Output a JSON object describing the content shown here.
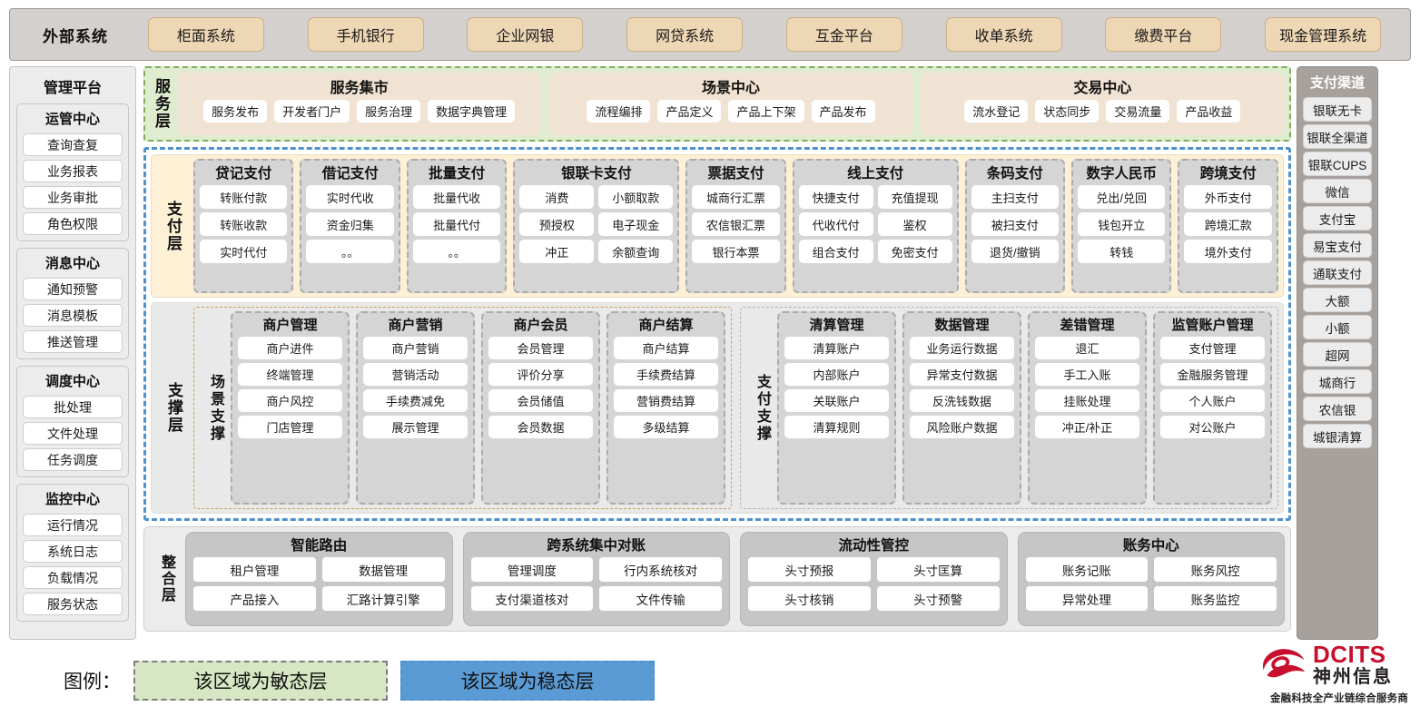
{
  "external": {
    "title": "外部系统",
    "items": [
      "柜面系统",
      "手机银行",
      "企业网银",
      "网贷系统",
      "互金平台",
      "收单系统",
      "缴费平台",
      "现金管理系统"
    ]
  },
  "management": {
    "title": "管理平台",
    "groups": [
      {
        "title": "运管中心",
        "items": [
          "查询查复",
          "业务报表",
          "业务审批",
          "角色权限"
        ]
      },
      {
        "title": "消息中心",
        "items": [
          "通知预警",
          "消息模板",
          "推送管理"
        ]
      },
      {
        "title": "调度中心",
        "items": [
          "批处理",
          "文件处理",
          "任务调度"
        ]
      },
      {
        "title": "监控中心",
        "items": [
          "运行情况",
          "系统日志",
          "负载情况",
          "服务状态"
        ]
      }
    ]
  },
  "channels": {
    "title": "支付渠道",
    "items": [
      "银联无卡",
      "银联全渠道",
      "银联CUPS",
      "微信",
      "支付宝",
      "易宝支付",
      "通联支付",
      "大额",
      "小额",
      "超网",
      "城商行",
      "农信银",
      "城银清算"
    ]
  },
  "service_layer": {
    "label": "服务层",
    "groups": [
      {
        "title": "服务集市",
        "items": [
          "服务发布",
          "开发者门户",
          "服务治理",
          "数据字典管理"
        ]
      },
      {
        "title": "场景中心",
        "items": [
          "流程编排",
          "产品定义",
          "产品上下架",
          "产品发布"
        ]
      },
      {
        "title": "交易中心",
        "items": [
          "流水登记",
          "状态同步",
          "交易流量",
          "产品收益"
        ]
      }
    ]
  },
  "payment_layer": {
    "label": "支付层",
    "columns": [
      {
        "title": "贷记支付",
        "cols": 1,
        "items": [
          "转账付款",
          "转账收款",
          "实时代付"
        ]
      },
      {
        "title": "借记支付",
        "cols": 1,
        "items": [
          "实时代收",
          "资金归集",
          "。。"
        ]
      },
      {
        "title": "批量支付",
        "cols": 1,
        "items": [
          "批量代收",
          "批量代付",
          "。。"
        ]
      },
      {
        "title": "银联卡支付",
        "cols": 2,
        "items": [
          "消费",
          "小额取款",
          "预授权",
          "电子现金",
          "冲正",
          "余额查询"
        ]
      },
      {
        "title": "票据支付",
        "cols": 1,
        "items": [
          "城商行汇票",
          "农信银汇票",
          "银行本票"
        ]
      },
      {
        "title": "线上支付",
        "cols": 2,
        "items": [
          "快捷支付",
          "充值提现",
          "代收代付",
          "鉴权",
          "组合支付",
          "免密支付"
        ]
      },
      {
        "title": "条码支付",
        "cols": 1,
        "items": [
          "主扫支付",
          "被扫支付",
          "退货/撤销"
        ]
      },
      {
        "title": "数字人民币",
        "cols": 1,
        "items": [
          "兑出/兑回",
          "钱包开立",
          "转钱"
        ]
      },
      {
        "title": "跨境支付",
        "cols": 1,
        "items": [
          "外币支付",
          "跨境汇款",
          "境外支付"
        ]
      }
    ]
  },
  "support_layer": {
    "label": "支撑层",
    "zones": [
      {
        "label": "场景支撑",
        "columns": [
          {
            "title": "商户管理",
            "items": [
              "商户进件",
              "终端管理",
              "商户风控",
              "门店管理"
            ]
          },
          {
            "title": "商户营销",
            "items": [
              "商户营销",
              "营销活动",
              "手续费减免",
              "展示管理"
            ]
          },
          {
            "title": "商户会员",
            "items": [
              "会员管理",
              "评价分享",
              "会员储值",
              "会员数据"
            ]
          },
          {
            "title": "商户结算",
            "items": [
              "商户结算",
              "手续费结算",
              "营销费结算",
              "多级结算"
            ]
          }
        ]
      },
      {
        "label": "支付支撑",
        "columns": [
          {
            "title": "清算管理",
            "items": [
              "清算账户",
              "内部账户",
              "关联账户",
              "清算规则"
            ]
          },
          {
            "title": "数据管理",
            "items": [
              "业务运行数据",
              "异常支付数据",
              "反洗钱数据",
              "风险账户数据"
            ]
          },
          {
            "title": "差错管理",
            "items": [
              "退汇",
              "手工入账",
              "挂账处理",
              "冲正/补正"
            ]
          },
          {
            "title": "监管账户管理",
            "items": [
              "支付管理",
              "金融服务管理",
              "个人账户",
              "对公账户"
            ]
          }
        ]
      }
    ]
  },
  "integration_layer": {
    "label": "整合层",
    "groups": [
      {
        "title": "智能路由",
        "rows": [
          [
            "租户管理",
            "数据管理"
          ],
          [
            "产品接入",
            "汇路计算引擎"
          ]
        ]
      },
      {
        "title": "跨系统集中对账",
        "rows": [
          [
            "管理调度",
            "行内系统核对"
          ],
          [
            "支付渠道核对",
            "文件传输"
          ]
        ]
      },
      {
        "title": "流动性管控",
        "rows": [
          [
            "头寸预报",
            "头寸匡算"
          ],
          [
            "头寸核销",
            "头寸预警"
          ]
        ]
      },
      {
        "title": "账务中心",
        "rows": [
          [
            "账务记账",
            "账务风控"
          ],
          [
            "异常处理",
            "账务监控"
          ]
        ]
      }
    ]
  },
  "legend": {
    "label": "图例：",
    "agile": "该区域为敏态层",
    "stable": "该区域为稳态层"
  },
  "logo": {
    "en": "DCITS",
    "cn": "神州信息",
    "tagline": "金融科技全产业链综合服务商",
    "color": "#c8102e"
  }
}
